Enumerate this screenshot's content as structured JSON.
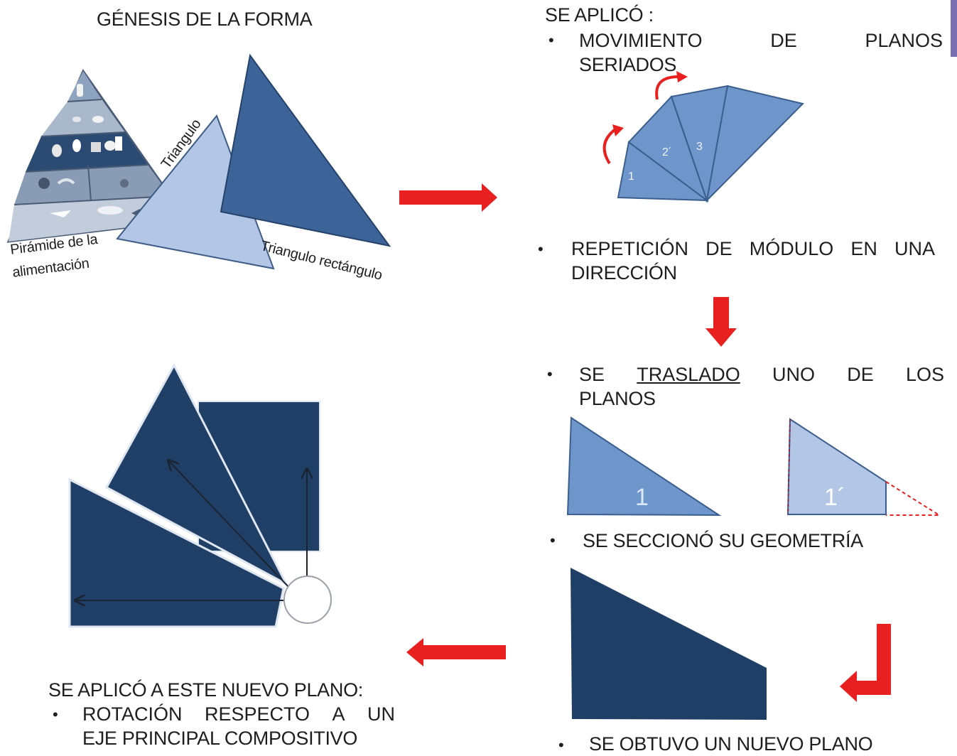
{
  "colors": {
    "dark_blue": "#203f67",
    "mid_blue": "#3c6499",
    "light_blue": "#6f96cb",
    "pale_blue": "#b3c6e5",
    "arrow_red": "#e8201f",
    "corner_tab": "#7b6fb4"
  },
  "header": {
    "title": "GÉNESIS DE LA FORMA"
  },
  "labels": {
    "pyramid": [
      "Pirámide de la",
      "alimentación"
    ],
    "triangle": "Triangulo",
    "right_triangle": "Triangulo rectángulo"
  },
  "step1": {
    "intro": "SE APLICÓ :",
    "bullet_words": [
      "MOVIMIENTO",
      "DE",
      "PLANOS"
    ],
    "bullet_line2": "SERIADOS",
    "module_numbers": [
      "1",
      "2´",
      "3"
    ]
  },
  "step2": {
    "line1_words": [
      "REPETICIÓN",
      "DE",
      "MÓDULO",
      "EN",
      "UNA"
    ],
    "line2": "DIRECCIÓN"
  },
  "step3": {
    "line1_words": [
      "SE",
      "TRASLADO",
      "UNO",
      "DE",
      "LOS"
    ],
    "line2": "PLANOS",
    "shape_labels": [
      "1",
      "1´"
    ]
  },
  "step4": {
    "text": "SE SECCIONÓ SU GEOMETRÍA"
  },
  "step5": {
    "text": "SE OBTUVO UN NUEVO PLANO"
  },
  "step6": {
    "intro": "SE APLICÓ A ESTE NUEVO PLANO:",
    "line1_words": [
      "ROTACIÓN",
      "RESPECTO",
      "A",
      "UN"
    ],
    "line2": "EJE PRINCIPAL COMPOSITIVO"
  },
  "bullet_symbol": "•"
}
